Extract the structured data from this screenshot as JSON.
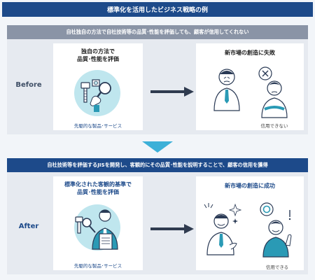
{
  "title": "標準化を活用したビジネス戦略の例",
  "before": {
    "band": "自社独自の方法で自社技術等の品質･性能を評価しても、顧客が信用してくれない",
    "label": "Before",
    "left_heading_1": "独自の方法で",
    "left_heading_2": "品質･性能を評価",
    "left_caption": "先駆的な製品･サービス",
    "right_heading": "新市場の創造に失敗",
    "right_caption": "信用できない"
  },
  "after": {
    "band": "自社技術等を評価するJISを開発し、客観的にその品質･性能を説明することで、顧客の信用を獲得",
    "label": "After",
    "left_heading_1": "標準化された客観的基準で",
    "left_heading_2": "品質･性能を評価",
    "left_caption": "先駆的な製品･サービス",
    "right_heading": "新市場の創造に成功",
    "right_caption": "信用できる"
  },
  "colors": {
    "navy": "#1d4a8a",
    "gray_band": "#8a94a6",
    "cyan_arrow": "#3db0d8",
    "light_circle": "#bfe6ee",
    "teal": "#2a9ab5"
  },
  "icons": [
    "bolt-and-magnifier-icon",
    "arrow-right-icon",
    "person-icon",
    "x-mark-icon",
    "down-arrow-icon",
    "circle-mark-icon",
    "sparkle-icon"
  ]
}
